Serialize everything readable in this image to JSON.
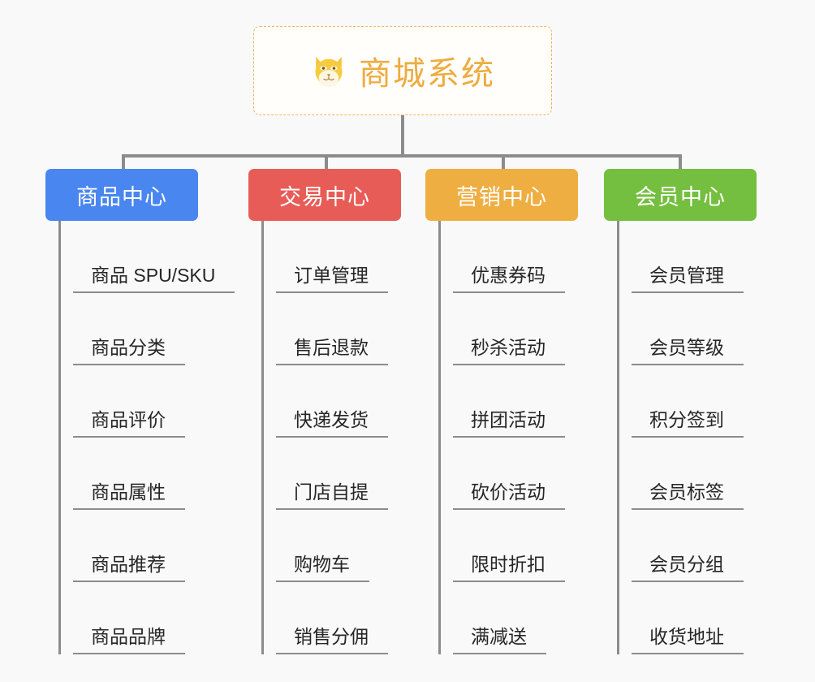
{
  "diagram": {
    "type": "mindmap",
    "background_color": "#f9f9f9",
    "connector_color": "#8c8c8c",
    "root": {
      "title": "商城系统",
      "icon": "shiba-dog-face-icon",
      "text_color": "#eeab40",
      "border_color": "#efb45c",
      "fill_color": "#fffefb"
    },
    "branches": [
      {
        "label": "商品中心",
        "color": "#4a86f0",
        "children": [
          "商品 SPU/SKU",
          "商品分类",
          "商品评价",
          "商品属性",
          "商品推荐",
          "商品品牌"
        ]
      },
      {
        "label": "交易中心",
        "color": "#e85c57",
        "children": [
          "订单管理",
          "售后退款",
          "快递发货",
          "门店自提",
          "购物车",
          "销售分佣"
        ]
      },
      {
        "label": "营销中心",
        "color": "#eeae41",
        "children": [
          "优惠券码",
          "秒杀活动",
          "拼团活动",
          "砍价活动",
          "限时折扣",
          "满减送"
        ]
      },
      {
        "label": "会员中心",
        "color": "#74bf3f",
        "children": [
          "会员管理",
          "会员等级",
          "积分签到",
          "会员标签",
          "会员分组",
          "收货地址"
        ]
      }
    ]
  }
}
